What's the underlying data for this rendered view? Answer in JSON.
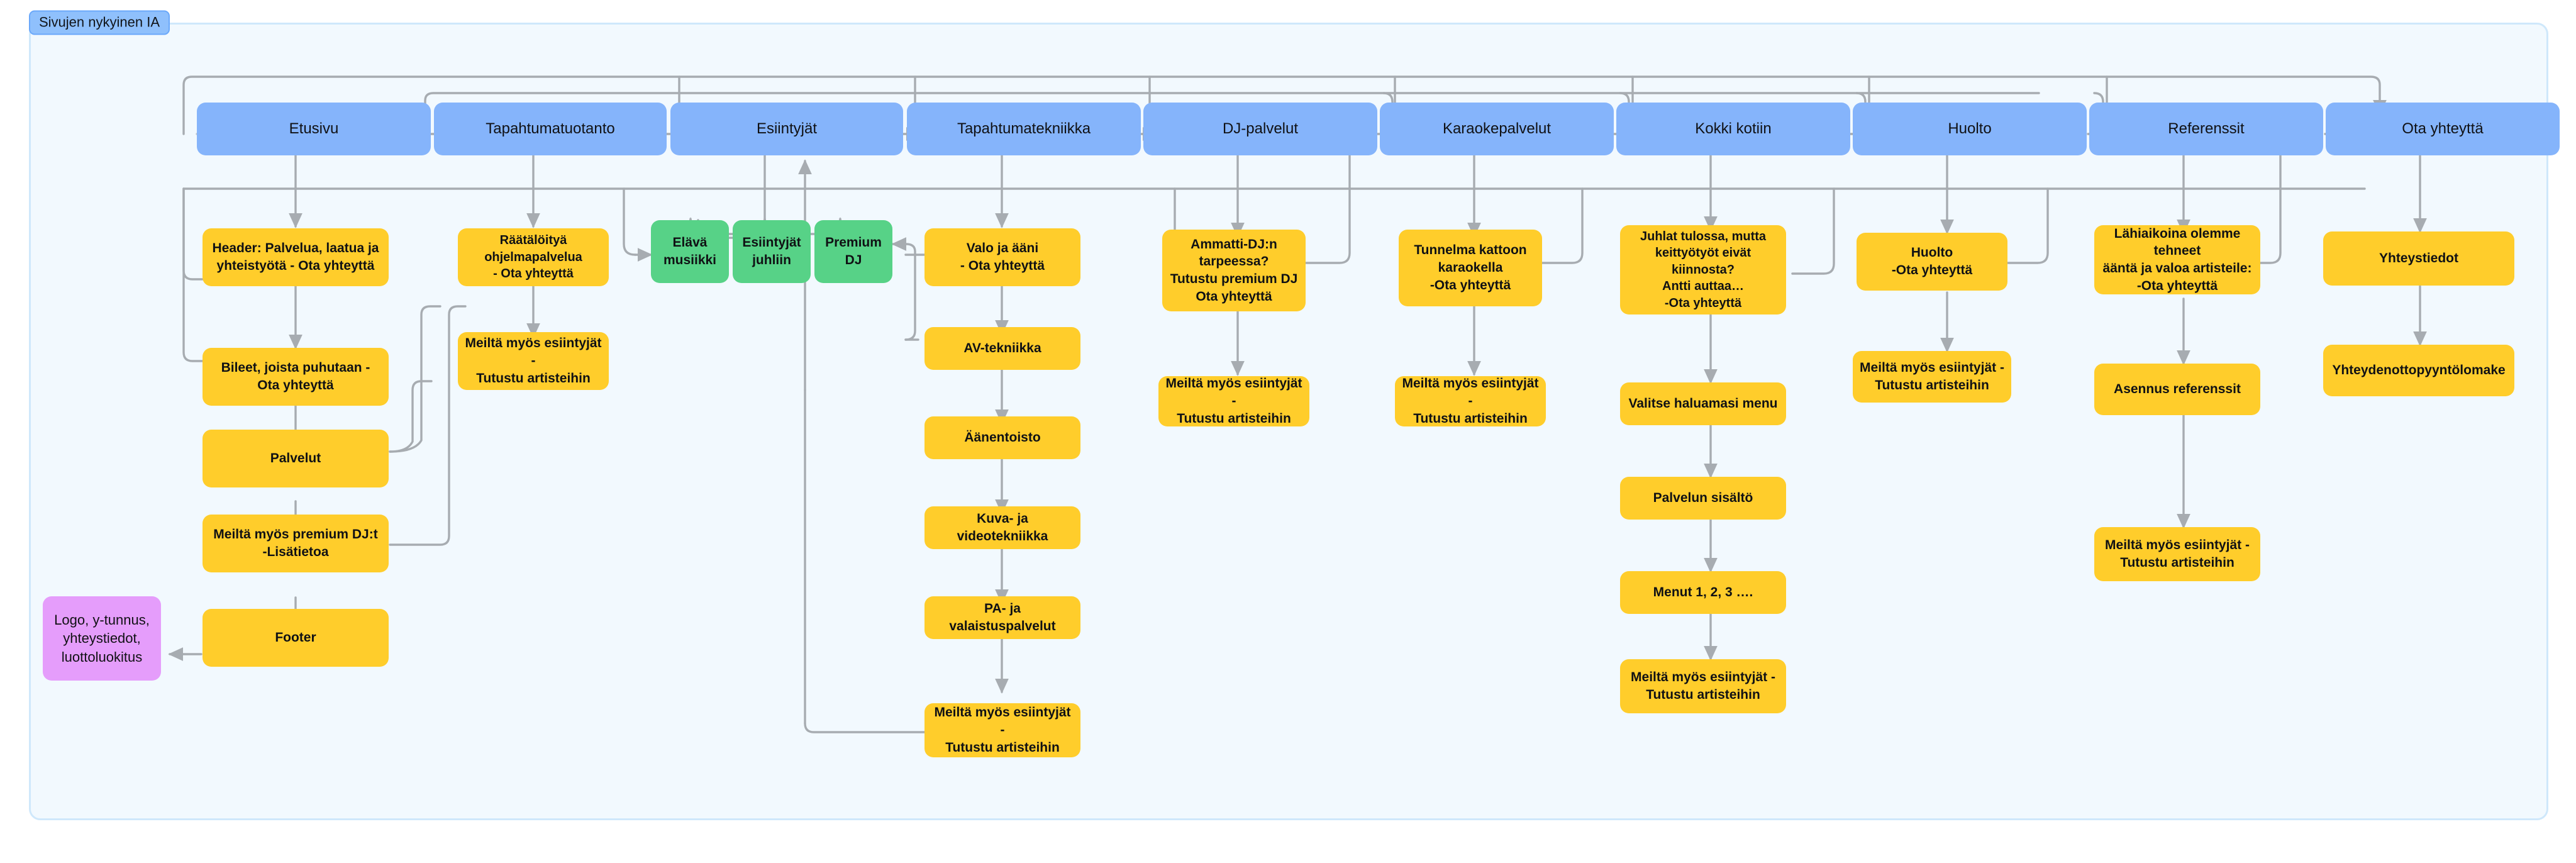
{
  "frame": {
    "label": "Sivujen nykyinen IA"
  },
  "colors": {
    "background": "#f2f9fe",
    "frame_border": "#cfe8fb",
    "label_badge": "#8fc0fc",
    "node_blue": "#85b4fb",
    "node_yellow": "#ffcd2b",
    "node_green": "#57d287",
    "node_purple": "#e59dfb",
    "edge": "#9aa0a6",
    "text": "#101114"
  },
  "nodes": {
    "etusivu": "Etusivu",
    "tapahtumatuotanto": "Tapahtumatuotanto",
    "esiintyjat": "Esiintyjät",
    "tapahtumatekniikka": "Tapahtumatekniikka",
    "dj_palvelut": "DJ-palvelut",
    "karaokepalvelut": "Karaokepalvelut",
    "kokki_kotiin": "Kokki kotiin",
    "huolto": "Huolto",
    "referenssit": "Referenssit",
    "ota_yhteytta": "Ota yhteyttä",
    "header_palvelua": "Header: Palvelua, laatua ja\nyhteistyötä - Ota yhteyttä",
    "bileet": "Bileet, joista puhutaan -\nOta yhteyttä",
    "palvelut": "Palvelut",
    "premium_djt": "Meiltä myös premium DJ:t\n-Lisätietoa",
    "footer": "Footer",
    "logo_tunnus": "Logo, y-tunnus,\nyhteystiedot,\nluottoluokitus",
    "raataloitya": "Räätälöityä ohjelmapalvelua\n- Ota yhteyttä",
    "tt_meilta_myos": "Meiltä myös esiintyjät -\nTutustu artisteihin",
    "elava_musiikki": "Elävä\nmusiikki",
    "esiintyjat_juhliin": "Esiintyjät\njuhliin",
    "premium_dj": "Premium\nDJ",
    "valo_ja_aani": "Valo ja ääni\n- Ota yhteyttä",
    "av_tekniikka": "AV-tekniikka",
    "aanentoisto": "Äänentoisto",
    "kuva_video": "Kuva- ja videotekniikka",
    "pa_valaistus": "PA- ja valaistuspalvelut",
    "te_meilta_myos": "Meiltä myös esiintyjät -\nTutustu artisteihin",
    "ammatti_dj": "Ammatti-DJ:n\ntarpeessa?\nTutustu premium DJ\nOta yhteyttä",
    "dj_meilta_myos": "Meiltä myös esiintyjät -\nTutustu artisteihin",
    "tunnelma_kattoon": "Tunnelma kattoon\nkaraokella\n-Ota yhteyttä",
    "kar_meilta_myos": "Meiltä myös esiintyjät -\nTutustu artisteihin",
    "juhlat_tulossa": "Juhlat tulossa, mutta\nkeittyötyöt eivät kiinnosta?\nAntti auttaa…\n-Ota yhteyttä",
    "valitse_menu": "Valitse haluamasi menu",
    "palvelun_sisalto": "Palvelun sisältö",
    "menut_123": "Menut 1, 2, 3 ….",
    "kok_meilta_myos": "Meiltä myös esiintyjät -\nTutustu artisteihin",
    "huolto_ota": "Huolto\n-Ota yhteyttä",
    "huo_meilta_myos": "Meiltä myös esiintyjät -\nTutustu artisteihin",
    "lahiaikoina": "Lähiaikoina olemme tehneet\nääntä ja valoa artisteile:\n-Ota yhteyttä",
    "asennus_referenssit": "Asennus referenssit",
    "ref_meilta_myos": "Meiltä myös esiintyjät -\nTutustu artisteihin",
    "yhteystiedot": "Yhteystiedot",
    "yhteydenottolomake": "Yhteydenottopyyntölomake"
  }
}
